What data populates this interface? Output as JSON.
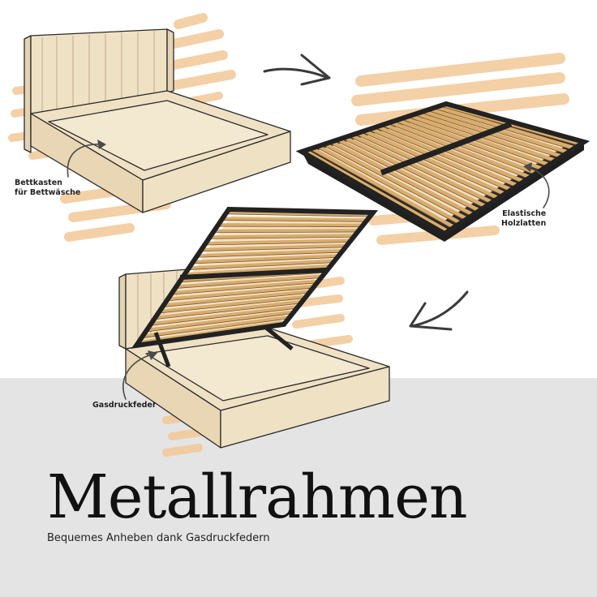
{
  "callouts": {
    "storage": [
      "Bettkasten",
      "für Bettwäsche"
    ],
    "slats": [
      "Elastische",
      "Holzlatten"
    ],
    "gas_spring": "Gasdruckfeder"
  },
  "headline": {
    "title": "Metallrahmen",
    "subtitle": "Bequemes Anheben dank Gasdruckfedern"
  },
  "colors": {
    "bed_fabric": "#efe1c4",
    "outline": "#2a2a2a",
    "frame_metal": "#222222",
    "slat_wood": "#e5c08c",
    "brush_stroke": "#f3c898",
    "bottom_band": "#e4e4e4"
  }
}
